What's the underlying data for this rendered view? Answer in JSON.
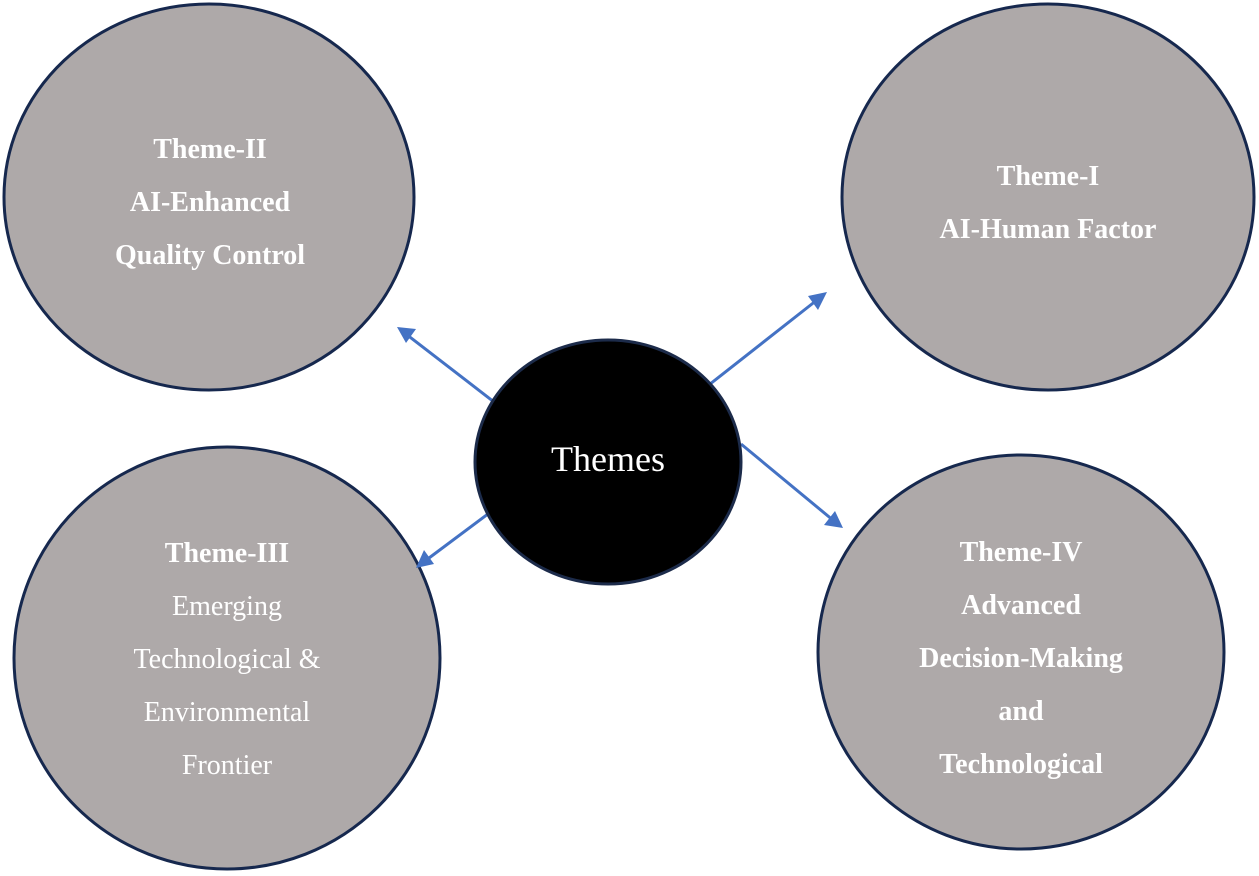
{
  "center": {
    "label": "Themes",
    "fill": "#000000",
    "stroke": "#1c2b4a"
  },
  "theme_fill": "#aea9a9",
  "theme_stroke": "#16284e",
  "arrow_color": "#4472c4",
  "themes": [
    {
      "id": "theme-2",
      "lines": [
        {
          "text": "Theme-II",
          "bold": true
        },
        {
          "text": "AI-Enhanced",
          "bold": true
        },
        {
          "text": "Quality Control",
          "bold": true
        }
      ]
    },
    {
      "id": "theme-1",
      "lines": [
        {
          "text": "Theme-I",
          "bold": true
        },
        {
          "text": "AI-Human Factor",
          "bold": true
        }
      ]
    },
    {
      "id": "theme-3",
      "lines": [
        {
          "text": "Theme-III",
          "bold": true
        },
        {
          "text": "Emerging",
          "bold": false
        },
        {
          "text": "Technological &",
          "bold": false
        },
        {
          "text": "Environmental",
          "bold": false
        },
        {
          "text": "Frontier",
          "bold": false
        }
      ]
    },
    {
      "id": "theme-4",
      "lines": [
        {
          "text": "Theme-IV",
          "bold": true
        },
        {
          "text": "Advanced",
          "bold": true
        },
        {
          "text": "Decision-Making",
          "bold": true
        },
        {
          "text": "and",
          "bold": true
        },
        {
          "text": "Technological",
          "bold": true
        }
      ]
    }
  ]
}
